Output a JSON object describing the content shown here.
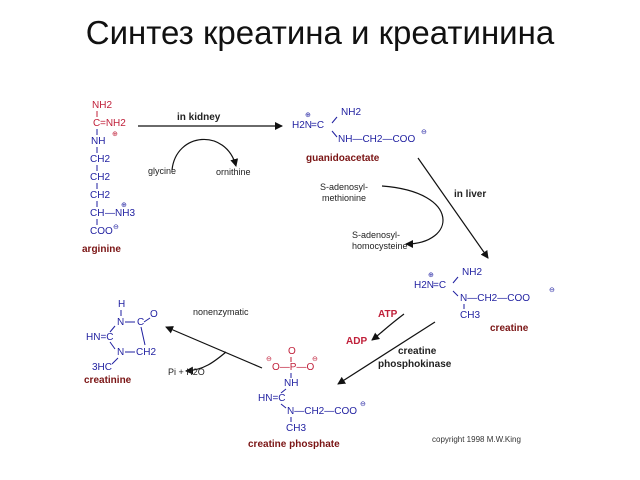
{
  "title": "Синтез креатина и креатинина",
  "compounds": {
    "arginine": {
      "name": "arginine",
      "nh2_top": "NH2",
      "c_eq": "C",
      "nh2_eq": "=NH2",
      "charge_plus": "⊕",
      "nh": "NH",
      "ch2_1": "CH2",
      "ch2_2": "CH2",
      "ch2_3": "CH2",
      "ch": "CH",
      "nh3": "—NH3",
      "nh3_charge": "⊕",
      "coo": "COO",
      "coo_charge": "⊖"
    },
    "guanidoacetate": {
      "name": "guanidoacetate",
      "h2n": "H2N",
      "h2n_charge": "⊕",
      "eq_c": "=C",
      "nh2": "NH2",
      "chain": "NH—CH2—COO",
      "coo_charge": "⊖"
    },
    "creatine": {
      "name": "creatine",
      "h2n": "H2N",
      "h2n_charge": "⊕",
      "eq_c": "=C",
      "nh2": "NH2",
      "chain": "N—CH2—COO",
      "coo_charge": "⊖",
      "ch3": "CH3"
    },
    "creatine_phosphate": {
      "name": "creatine phosphate",
      "o_top": "O",
      "p_row": "O—P—O",
      "p_charge_left": "⊖",
      "p_charge_right": "⊖",
      "nh": "NH",
      "hn": "HN=C",
      "chain": "N—CH2—COO",
      "coo_charge": "⊖",
      "ch3": "CH3"
    },
    "creatinine": {
      "name": "creatinine",
      "h": "H",
      "n1": "N",
      "c_o": "C",
      "o": "O",
      "hn": "HN=C",
      "n2": "N",
      "ch2": "CH2",
      "h3c": "3HC"
    }
  },
  "steps": {
    "in_kidney": "in kidney",
    "glycine": "glycine",
    "ornithine": "ornithine",
    "in_liver": "in liver",
    "sam": [
      "S-adenosyl-",
      "methionine"
    ],
    "sah": [
      "S-adenosyl-",
      "homocysteine"
    ],
    "atp": "ATP",
    "adp": "ADP",
    "enzyme": [
      "creatine",
      "phosphokinase"
    ],
    "nonenzymatic": "nonenzymatic",
    "byproduct": "Pi + H2O"
  },
  "copyright": "copyright 1998 M.W.King"
}
